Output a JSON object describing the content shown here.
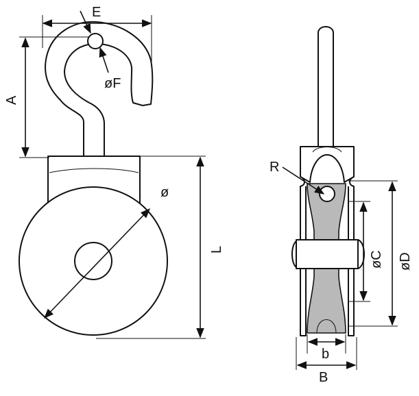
{
  "labels": {
    "E": "E",
    "F": "øF",
    "A": "A",
    "L": "L",
    "dia": "ø",
    "R": "R",
    "C": "øC",
    "D": "øD",
    "b": "b",
    "B": "B"
  },
  "colors": {
    "line": "#111111",
    "sheave_fill": "#b9b9b9",
    "background": "#ffffff"
  }
}
